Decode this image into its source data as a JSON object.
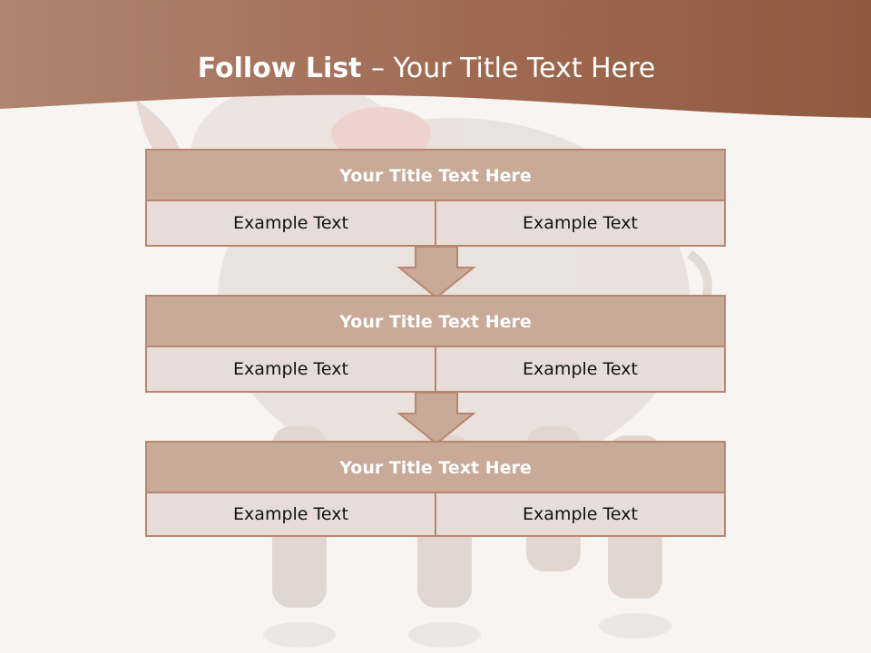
{
  "slide": {
    "title_bold": "Follow List ",
    "title_rest": " – Your Title Text Here"
  },
  "blocks": [
    {
      "title": "Your Title Text Here",
      "left": "Example Text",
      "right": "Example Text"
    },
    {
      "title": "Your Title Text Here",
      "left": "Example Text",
      "right": "Example Text"
    },
    {
      "title": "Your Title Text Here",
      "left": "Example Text",
      "right": "Example Text"
    }
  ],
  "colors": {
    "header_band": "#9a6a52",
    "box_border": "#b88670",
    "box_title_fill": "#c9a997",
    "box_cell_fill": "#e8dcd8",
    "background": "#f7f4f2"
  }
}
